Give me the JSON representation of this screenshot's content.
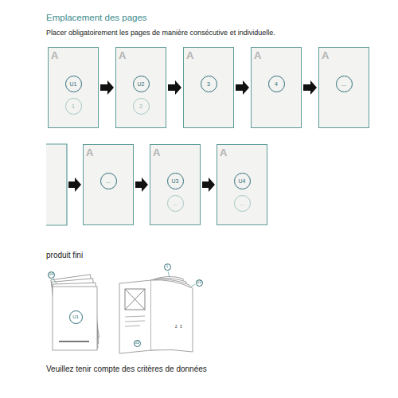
{
  "diagram": {
    "title": "Emplacement des pages",
    "nodes": [
      {
        "text": [
          "A"
        ]
      },
      {
        "text": [
          "U1"
        ],
        "in": 0
      },
      {
        "text": [
          "1"
        ],
        "in": 0
      },
      {
        "text": [
          "A"
        ]
      },
      {
        "text": [
          "U2"
        ],
        "in": 3
      },
      {
        "text": [
          "2"
        ],
        "in": 3
      },
      {
        "text": [
          "A"
        ]
      },
      {
        "text": [
          "3"
        ],
        "in": 6
      },
      {
        "text": [
          "A"
        ]
      },
      {
        "text": [
          "4"
        ],
        "in": 8
      },
      {
        "text": [
          "A"
        ]
      },
      {
        "text": [
          "..."
        ],
        "in": 10
      },
      {
        "text": [
          "A"
        ]
      },
      {
        "text": [
          "..."
        ],
        "in": 12
      },
      {
        "text": [
          "A"
        ]
      },
      {
        "text": [
          "U3"
        ],
        "in": 14
      },
      {
        "text": [
          "..."
        ],
        "in": 14
      },
      {
        "text": [
          "A"
        ]
      },
      {
        "text": [
          "U4"
        ],
        "in": 17
      },
      {
        "text": [
          "..."
        ],
        "in": 17
      }
    ],
    "edges": [
      {
        "from": 0,
        "to": 3,
        "arrow": "to"
      },
      {
        "from": 3,
        "to": 6,
        "arrow": "to"
      },
      {
        "from": 6,
        "to": 8,
        "arrow": "to"
      },
      {
        "from": 8,
        "to": 10,
        "arrow": "to"
      },
      {
        "from": 12,
        "to": 14,
        "arrow": "to"
      },
      {
        "from": 14,
        "to": 17,
        "arrow": "to"
      }
    ],
    "labels": [
      "Placer obligatoirement les pages de manière consécutive et individuelle.",
      "produit fini",
      "Veuillez tenir compte des critères de données",
      "U4",
      "U1",
      "1",
      "U3",
      "U2",
      "2",
      "3"
    ]
  }
}
